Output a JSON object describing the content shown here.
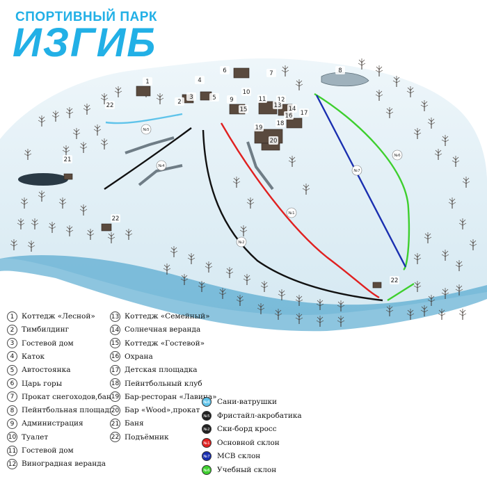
{
  "title": {
    "line1": "СПОРТИВНЫЙ ПАРК",
    "line2": "ИЗГИБ"
  },
  "legend": [
    {
      "num": "1",
      "label": "Коттедж «Лесной»"
    },
    {
      "num": "2",
      "label": "Тимбилдинг"
    },
    {
      "num": "3",
      "label": "Гостевой дом"
    },
    {
      "num": "4",
      "label": "Каток"
    },
    {
      "num": "5",
      "label": "Автостоянка"
    },
    {
      "num": "6",
      "label": "Царь горы"
    },
    {
      "num": "7",
      "label": "Прокат снегоходов,банан"
    },
    {
      "num": "8",
      "label": "Пейнтбольная площадка"
    },
    {
      "num": "9",
      "label": "Администрация"
    },
    {
      "num": "10",
      "label": "Туалет"
    },
    {
      "num": "11",
      "label": "Гостевой дом"
    },
    {
      "num": "12",
      "label": "Виноградная веранда"
    },
    {
      "num": "13",
      "label": "Коттедж «Семейный»"
    },
    {
      "num": "14",
      "label": "Солнечная веранда"
    },
    {
      "num": "15",
      "label": "Коттедж «Гостевой»"
    },
    {
      "num": "16",
      "label": "Охрана"
    },
    {
      "num": "17",
      "label": "Детская площадка"
    },
    {
      "num": "18",
      "label": "Пейнтбольный клуб"
    },
    {
      "num": "19",
      "label": "Бар-ресторан «Лавина»"
    },
    {
      "num": "20",
      "label": "Бар «Wood»,прокат"
    },
    {
      "num": "21",
      "label": "Баня"
    },
    {
      "num": "22",
      "label": "Подъёмник"
    }
  ],
  "slopes": [
    {
      "badge": "№6",
      "label": "Сани-ватрушки",
      "color": "#5fc3ea"
    },
    {
      "badge": "№5",
      "label": "Фристайл-акробатика",
      "color": "#222222"
    },
    {
      "badge": "№2",
      "label": "Ски-борд кросс",
      "color": "#222222"
    },
    {
      "badge": "№1",
      "label": "Основной склон",
      "color": "#e02020"
    },
    {
      "badge": "№7",
      "label": "МСВ склон",
      "color": "#1a2fb0"
    },
    {
      "badge": "№6",
      "label": "Учебный склон",
      "color": "#3ecf2e"
    }
  ],
  "colors": {
    "title": "#22b0e6",
    "slope_main": "#e02020",
    "slope_msv": "#1a2fb0",
    "slope_training": "#3ecf2e",
    "slope_black": "#111111",
    "slope_tubing": "#5fc3ea",
    "water": "#2a3a45"
  },
  "map": {
    "markers": [
      {
        "num": "1"
      },
      {
        "num": "2"
      },
      {
        "num": "3"
      },
      {
        "num": "4"
      },
      {
        "num": "5"
      },
      {
        "num": "6"
      },
      {
        "num": "7"
      },
      {
        "num": "8"
      },
      {
        "num": "9"
      },
      {
        "num": "10"
      },
      {
        "num": "11"
      },
      {
        "num": "12"
      },
      {
        "num": "13"
      },
      {
        "num": "14"
      },
      {
        "num": "15"
      },
      {
        "num": "16"
      },
      {
        "num": "17"
      },
      {
        "num": "18"
      },
      {
        "num": "19"
      },
      {
        "num": "20"
      },
      {
        "num": "21"
      },
      {
        "num": "22"
      },
      {
        "num": "22"
      },
      {
        "num": "22"
      }
    ],
    "slope_tags": [
      {
        "label": "№5"
      },
      {
        "label": "№4"
      },
      {
        "label": "№2"
      },
      {
        "label": "№1"
      },
      {
        "label": "№7"
      },
      {
        "label": "№6"
      }
    ]
  }
}
